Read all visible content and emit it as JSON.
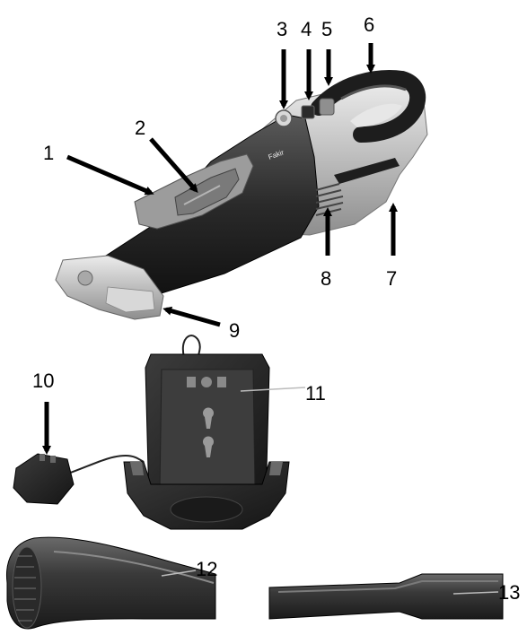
{
  "callouts": [
    {
      "id": "1",
      "label": "1"
    },
    {
      "id": "2",
      "label": "2"
    },
    {
      "id": "3",
      "label": "3"
    },
    {
      "id": "4",
      "label": "4"
    },
    {
      "id": "5",
      "label": "5"
    },
    {
      "id": "6",
      "label": "6"
    },
    {
      "id": "7",
      "label": "7"
    },
    {
      "id": "8",
      "label": "8"
    },
    {
      "id": "9",
      "label": "9"
    },
    {
      "id": "10",
      "label": "10"
    },
    {
      "id": "11",
      "label": "11"
    },
    {
      "id": "12",
      "label": "12"
    },
    {
      "id": "13",
      "label": "13"
    }
  ],
  "vacuum": {
    "brand_text": "Fakir"
  },
  "colors": {
    "body_dark": "#2b2b2b",
    "body_silver": "#c9c9c9",
    "nozzle_silver": "#b8b8b8",
    "arrow": "#000000"
  }
}
